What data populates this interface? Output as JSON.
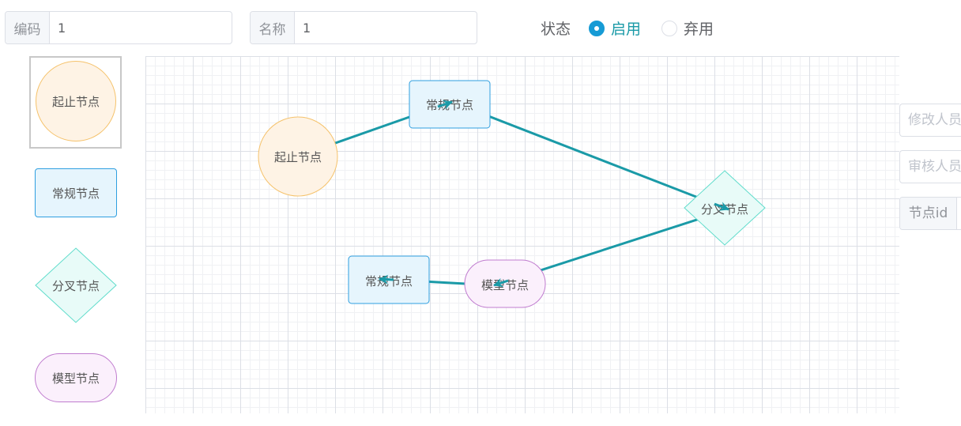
{
  "form": {
    "code": {
      "label": "编码",
      "value": "1"
    },
    "name": {
      "label": "名称",
      "value": "1"
    },
    "status": {
      "label": "状态",
      "options": [
        {
          "label": "启用",
          "checked": true
        },
        {
          "label": "弃用",
          "checked": false
        }
      ]
    }
  },
  "palette": {
    "start": "起止节点",
    "regular": "常规节点",
    "branch": "分叉节点",
    "model": "模型节点"
  },
  "canvas": {
    "nodes": {
      "start": "起止节点",
      "regular_top": "常规节点",
      "branch": "分叉节点",
      "model": "模型节点",
      "regular_bottom": "常规节点"
    }
  },
  "side_panel": {
    "modifier_placeholder": "修改人员",
    "auditor_placeholder": "审核人员",
    "node_id_label": "节点id"
  },
  "colors": {
    "accent": "#1a9aa7",
    "edge": "#1a9aa7",
    "start_fill": "#fef3e5",
    "start_stroke": "#f5c26b",
    "regular_fill": "#e6f5fd",
    "regular_stroke": "#2f9fe0",
    "branch_fill": "#e8fbf8",
    "branch_stroke": "#5fdccb",
    "model_fill": "#fbf0fc",
    "model_stroke": "#c07ccf"
  }
}
